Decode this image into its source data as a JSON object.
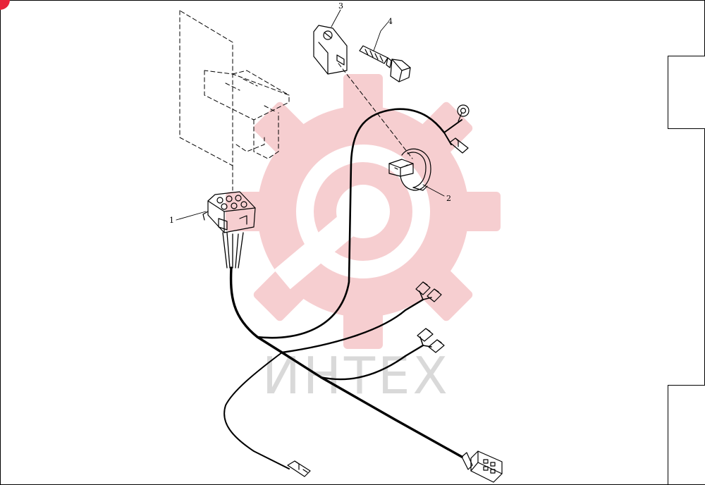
{
  "watermark": {
    "text": "ИНТЕХ"
  },
  "callouts": [
    {
      "id": "1",
      "label": "1"
    },
    {
      "id": "2",
      "label": "2"
    },
    {
      "id": "3",
      "label": "3"
    },
    {
      "id": "4",
      "label": "4"
    }
  ],
  "colors": {
    "line": "#000000",
    "watermark_logo": "#f6c9cc",
    "watermark_text": "#d9d9d9",
    "corner_mark": "#e8233a"
  }
}
